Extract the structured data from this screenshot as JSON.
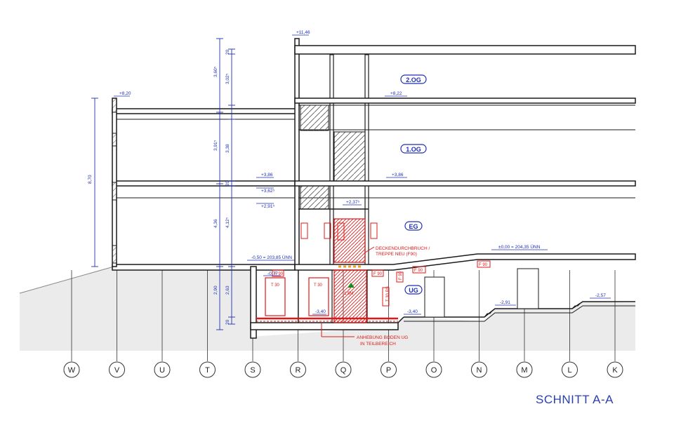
{
  "sheet_title": "SCHNITT A-A",
  "axes": [
    "W",
    "V",
    "U",
    "T",
    "S",
    "R",
    "Q",
    "P",
    "O",
    "N",
    "M",
    "L",
    "K"
  ],
  "floors": [
    "2.OG",
    "1.OG",
    "EG",
    "UG"
  ],
  "elevations": {
    "top": "+11,46",
    "left_roof": "+8,20",
    "og2": "+8,22",
    "og1_left": "+3,86",
    "og1_right": "+3,86",
    "og1_sub": "+3,62⁵",
    "eg_sub": "+2,91⁵",
    "stair_landing": "+2,37⁵",
    "ground_left": "-0,50 = 203,85 ÜNN",
    "ground_right": "±0,00 = 204,35 ÜNN",
    "ug_upper": "-0,77",
    "ug_floor_left": "-3,40",
    "ug_floor_right": "-3,40",
    "terrain_mid": "-2,91",
    "terrain_right": "-2,57"
  },
  "dimensions": {
    "total_left": "8,70",
    "d_top": "20",
    "d1": "3,60⁵",
    "d2": "3,02⁵",
    "d3": "3,91⁵",
    "d4": "3,38",
    "d5": "4,36",
    "d6": "4,12⁵",
    "d7": "2,90",
    "d8": "2,63",
    "d9": "20",
    "d10": "20"
  },
  "annotations": {
    "deckendurchbruch": "DECKENDURCHBRUCH /",
    "treppe": "TREPPE  NEU (F90)",
    "anhebung1": "ANHEBUNG BODEN UG",
    "anhebung2": "IN TEILBEREICH"
  },
  "fire_labels": {
    "t30_a": "T 30",
    "t30_b": "T 30",
    "f90_a": "F 90",
    "f90_b": "F 90",
    "f90_c": "F 90",
    "f90_d": "F 90",
    "t30_rs": "T 30 RS",
    "f90_door": "F 90",
    "stair": "1.5M"
  },
  "colors": {
    "line": "#1a1a1a",
    "dimension": "#1f2fb5",
    "red": "#e01818",
    "ground": "#ebebeb"
  }
}
